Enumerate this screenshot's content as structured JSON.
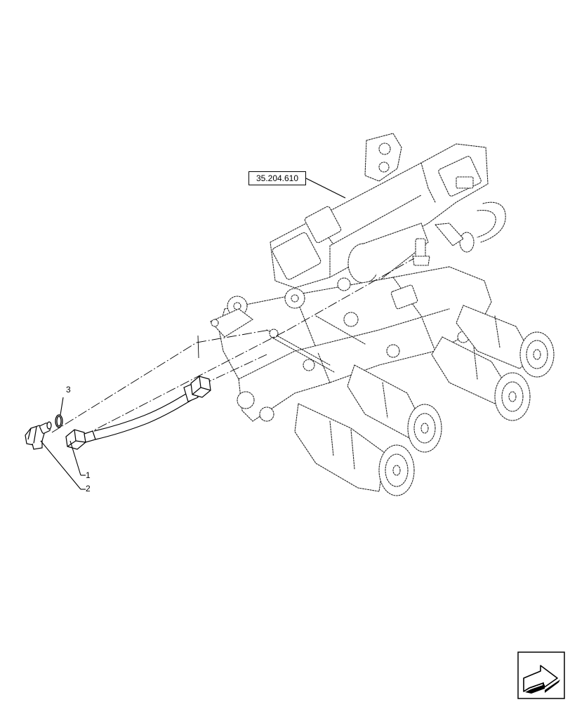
{
  "reference": {
    "label": "35.204.610"
  },
  "callouts": [
    {
      "id": "1",
      "label": "1"
    },
    {
      "id": "2",
      "label": "2"
    },
    {
      "id": "3",
      "label": "3"
    }
  ],
  "icons": {
    "navigation": "next-page-arrow-icon"
  }
}
